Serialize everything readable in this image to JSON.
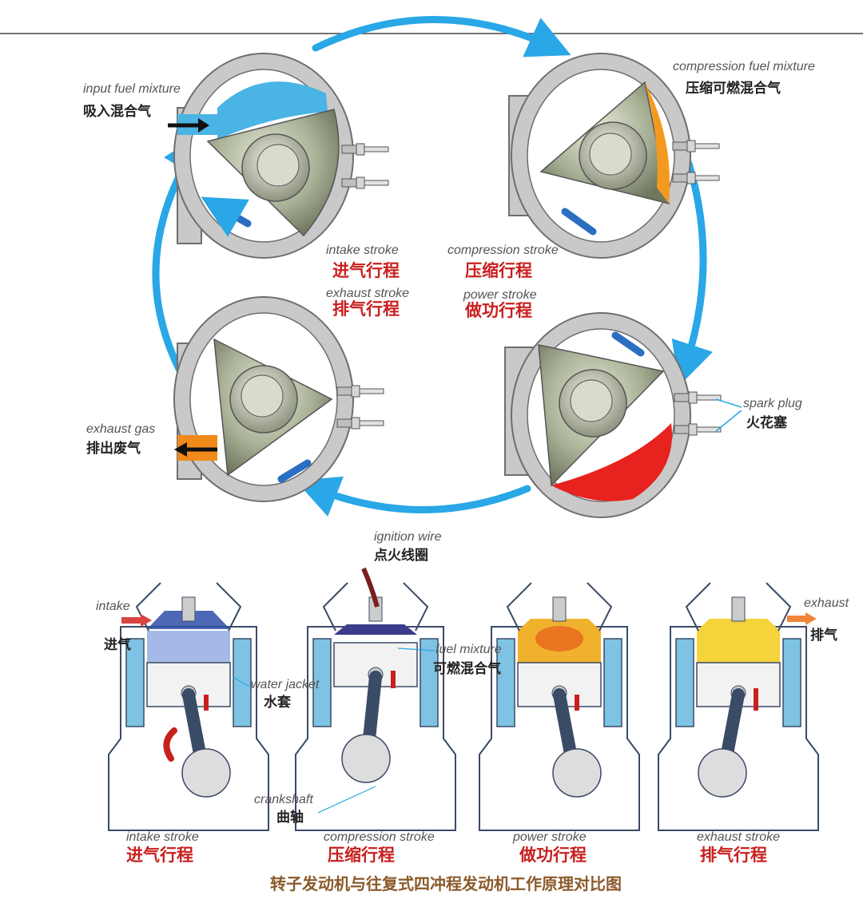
{
  "colors": {
    "housing": "#c9c9c9",
    "housing_stroke": "#6e6e6e",
    "cycle_arrow": "#29a7e6",
    "intake_mix": "#4ab4e4",
    "compress_mix": "#f39a1e",
    "combustion": "#e8221f",
    "exhaust": "#f08a1a",
    "rotor": "#b7bca6",
    "water_jacket": "#7ec3e4",
    "label_red": "#c8201f",
    "caption": "#8a5a2b"
  },
  "rotary": {
    "intake": {
      "en": "input fuel mixture",
      "zh": "吸入混合气",
      "stroke_en": "intake stroke",
      "stroke_zh": "进气行程"
    },
    "compression": {
      "en": "compression fuel mixture",
      "zh": "压缩可燃混合气",
      "stroke_en": "compression stroke",
      "stroke_zh": "压缩行程"
    },
    "power": {
      "stroke_en": "power stroke",
      "stroke_zh": "做功行程",
      "spark_en": "spark plug",
      "spark_zh": "火花塞"
    },
    "exhaust": {
      "en": "exhaust gas",
      "zh": "排出废气",
      "stroke_en": "exhaust stroke",
      "stroke_zh": "排气行程"
    }
  },
  "piston": {
    "intake_en": "intake",
    "intake_zh": "进气",
    "water_en": "water jacket",
    "water_zh": "水套",
    "ignition_en": "ignition wire",
    "ignition_zh": "点火线圈",
    "fuel_en": "fuel mixture",
    "fuel_zh": "可燃混合气",
    "crank_en": "crankshaft",
    "crank_zh": "曲轴",
    "exhaust_en": "exhaust",
    "exhaust_zh": "排气",
    "strokes": [
      {
        "en": "intake stroke",
        "zh": "进气行程"
      },
      {
        "en": "compression stroke",
        "zh": "压缩行程"
      },
      {
        "en": "power stroke",
        "zh": "做功行程"
      },
      {
        "en": "exhaust stroke",
        "zh": "排气行程"
      }
    ]
  },
  "caption": "转子发动机与往复式四冲程发动机工作原理对比图"
}
